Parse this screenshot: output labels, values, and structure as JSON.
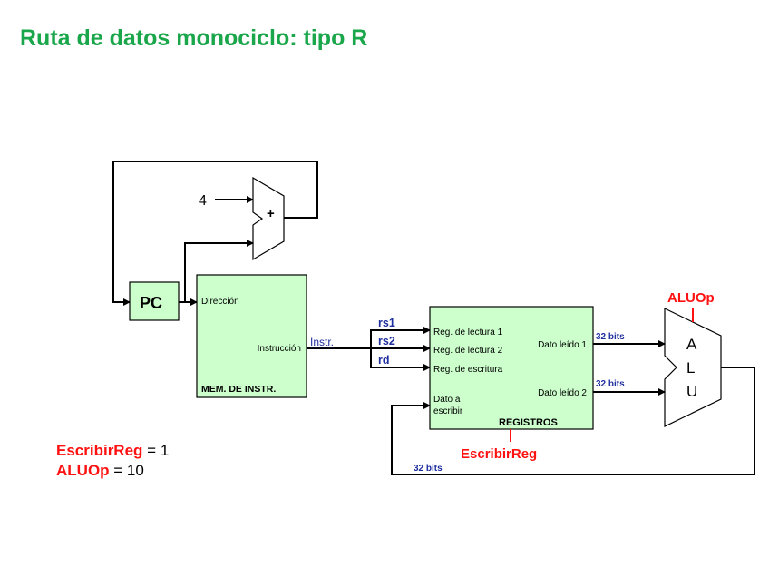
{
  "title": "Ruta de datos monociclo: tipo R",
  "diagram": {
    "constant_four": "4",
    "adder_label": "+",
    "pc_label": "PC",
    "instr_mem": {
      "port_address": "Dirección",
      "port_instruction": "Instrucción",
      "name": "MEM. DE INSTR."
    },
    "instr_wire": "Instr.",
    "fields": {
      "rs1": "rs1",
      "rs2": "rs2",
      "rd": "rd"
    },
    "registers": {
      "read_reg_1": "Reg. de lectura 1",
      "read_reg_2": "Reg. de lectura 2",
      "write_reg": "Reg. de escritura",
      "write_data_line1": "Dato a",
      "write_data_line2": "escribir",
      "read_data_1": "Dato leído 1",
      "read_data_2": "Dato leído 2",
      "name": "REGISTROS"
    },
    "bus_widths": {
      "out1": "32 bits",
      "out2": "32 bits",
      "feedback": "32 bits"
    },
    "alu": {
      "l1": "A",
      "l2": "L",
      "l3": "U"
    },
    "control_aluop": "ALUOp",
    "control_escribirreg": "EscribirReg"
  },
  "signals": {
    "escribirreg": {
      "name": "EscribirReg",
      "value": "= 1"
    },
    "aluop": {
      "name": "ALUOp",
      "value": "= 10"
    }
  },
  "colors": {
    "title": "#1aa64a",
    "control": "#ff1111",
    "bus_label": "#1f2f9f",
    "block_fill": "#ccffcc"
  }
}
